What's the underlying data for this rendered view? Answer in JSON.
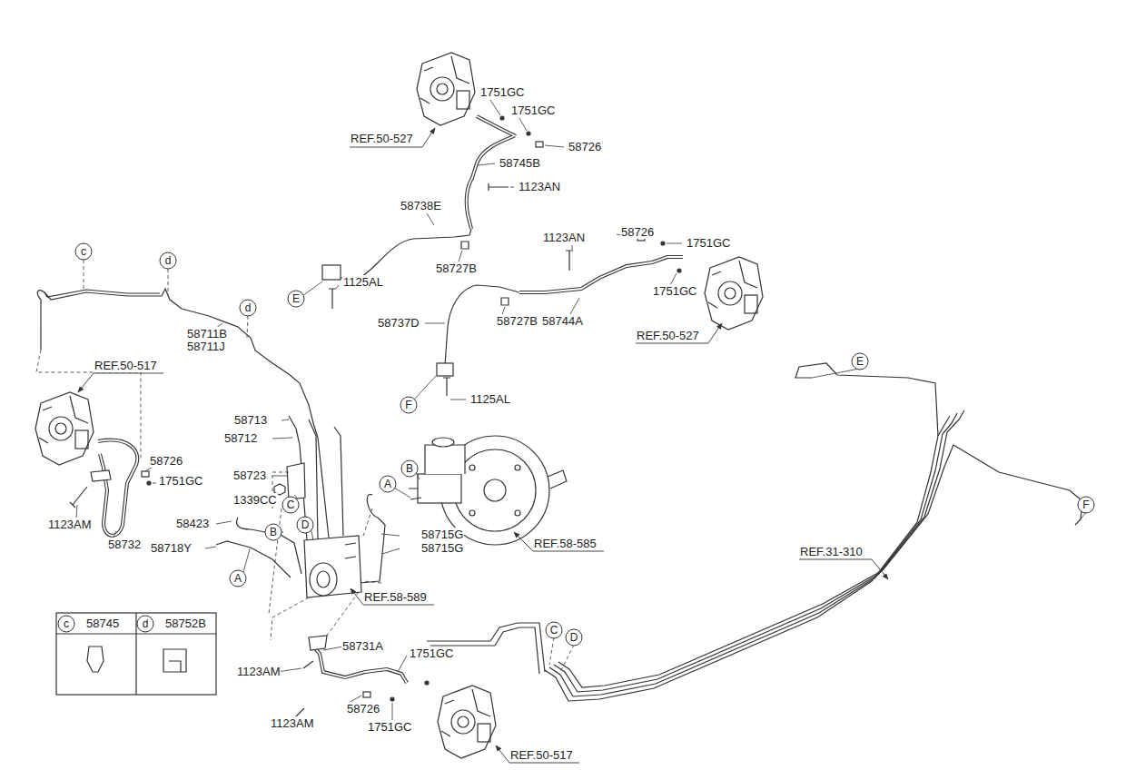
{
  "diagram": {
    "nodes": [
      {
        "text": [
          "c"
        ]
      },
      {
        "text": [
          "d"
        ]
      },
      {
        "text": [
          "E"
        ]
      },
      {
        "text": [
          "d"
        ]
      },
      {
        "text": [
          "E"
        ]
      },
      {
        "text": [
          "F"
        ]
      },
      {
        "text": [
          "B"
        ]
      },
      {
        "text": [
          "A"
        ]
      },
      {
        "text": [
          "C"
        ]
      },
      {
        "text": [
          "F"
        ]
      },
      {
        "text": [
          "D"
        ]
      },
      {
        "text": [
          "B"
        ]
      },
      {
        "text": [
          "A"
        ]
      },
      {
        "text": [
          "c"
        ]
      },
      {
        "text": [
          "d"
        ]
      },
      {
        "text": [
          "C"
        ]
      },
      {
        "text": [
          "D"
        ]
      }
    ],
    "labels": [
      "1751GC",
      "1751GC",
      "REF.50-527",
      "58726",
      "58745B",
      "1123AN",
      "58738E",
      "58726",
      "1123AN",
      "1751GC",
      "58727B",
      "1125AL",
      "1751GC",
      "58744A",
      "58737D",
      "58727B",
      "58711B",
      "58711J",
      "REF.50-527",
      "REF.50-517",
      "1125AL",
      "58713",
      "58712",
      "58726",
      "58723",
      "1751GC",
      "1339CC",
      "1123AM",
      "58423",
      "58715G",
      "REF.58-585",
      "58732",
      "58715G",
      "58718Y",
      "REF.31-310",
      "REF.58-589",
      "58745",
      "58752B",
      "58731A",
      "1751GC",
      "1123AM",
      "58726",
      "1123AM",
      "1751GC",
      "REF.50-517"
    ]
  }
}
